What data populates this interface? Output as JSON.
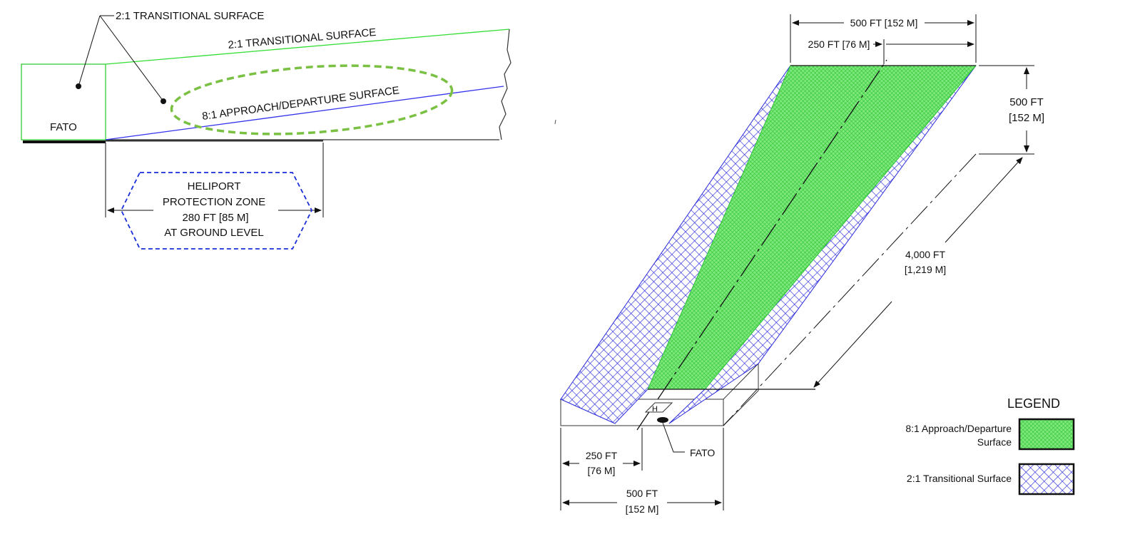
{
  "colors": {
    "approach_green": "#33dd33",
    "approach_fill": "#66e566",
    "transitional_blue": "#2222cc",
    "transitional_line": "#3333ee",
    "protection_zone_border": "#1a2ed8",
    "ellipse_green": "#7ac143"
  },
  "profile": {
    "top_callout": "2:1 TRANSITIONAL SURFACE",
    "transitional_label": "2:1 TRANSITIONAL SURFACE",
    "approach_label": "8:1 APPROACH/DEPARTURE SURFACE",
    "fato_label": "FATO",
    "protection_zone": {
      "line1": "HELIPORT",
      "line2": "PROTECTION ZONE",
      "line3": "280 FT [85 M]",
      "line4": "AT GROUND LEVEL"
    }
  },
  "plan": {
    "dim_top_outer": "500 FT [152 M]",
    "dim_top_inner": "250 FT [76 M]",
    "dim_right_line1": "500 FT",
    "dim_right_line2": "[152 M]",
    "dim_length_line1": "4,000 FT",
    "dim_length_line2": "[1,219 M]",
    "dim_bottom_inner_line1": "250 FT",
    "dim_bottom_inner_line2": "[76 M]",
    "dim_bottom_outer_line1": "500 FT",
    "dim_bottom_outer_line2": "[152 M]",
    "fato_label": "FATO"
  },
  "legend": {
    "title": "LEGEND",
    "approach_line1": "8:1 Approach/Departure",
    "approach_line2": "Surface",
    "transitional": "2:1 Transitional Surface"
  }
}
